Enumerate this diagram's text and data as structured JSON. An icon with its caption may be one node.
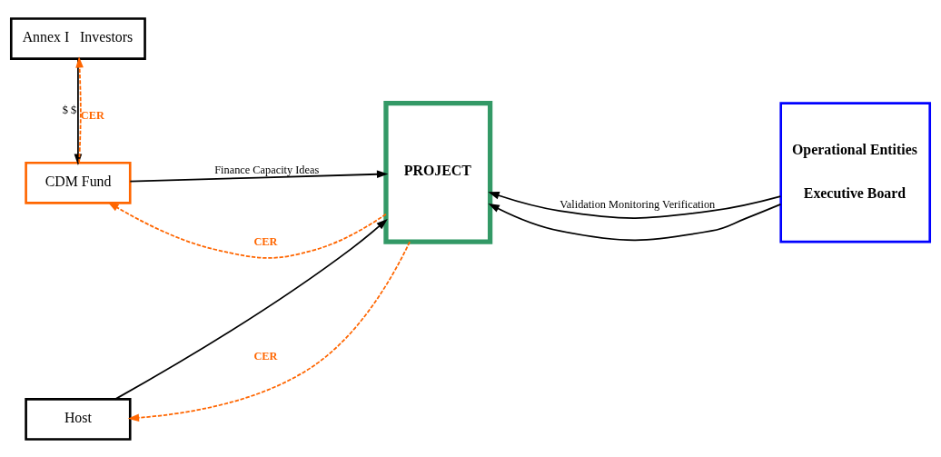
{
  "diagram": {
    "nodes": [
      {
        "text": [
          "Annex I   Investors"
        ]
      },
      {
        "text": [
          "CDM Fund"
        ]
      },
      {
        "text": [
          "PROJECT"
        ]
      },
      {
        "text": [
          "Host"
        ]
      },
      {
        "text": [
          "Operational Entities",
          "Executive Board"
        ]
      }
    ],
    "edges": [
      {
        "from": 0,
        "to": 1,
        "arrow": "to",
        "label": "$ $"
      },
      {
        "from": 1,
        "to": 0,
        "arrow": "to",
        "label": "CER",
        "style": "dashed",
        "color": "#ff6600"
      },
      {
        "from": 2,
        "to": 1,
        "arrow": "to",
        "label": "CER",
        "style": "dashed",
        "color": "#ff6600"
      },
      {
        "from": 1,
        "to": 2,
        "arrow": "to",
        "label": "Finance Capacity Ideas"
      },
      {
        "from": 3,
        "to": 2,
        "arrow": "to"
      },
      {
        "from": 2,
        "to": 3,
        "arrow": "to",
        "label": "CER",
        "style": "dashed",
        "color": "#ff6600"
      },
      {
        "from": 4,
        "to": 2,
        "arrow": "to",
        "label": "Validation Monitoring Verification"
      },
      {
        "from": 4,
        "to": 2,
        "arrow": "to"
      }
    ]
  }
}
